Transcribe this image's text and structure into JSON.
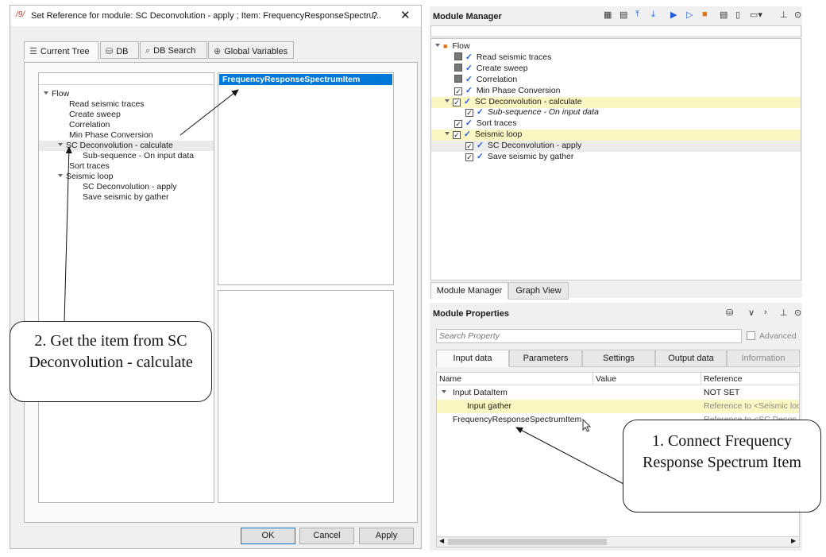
{
  "dialog": {
    "title": "Set Reference for module: SC Deconvolution - apply ; Item: FrequencyResponseSpectru...",
    "help": "?",
    "close": "✕",
    "tabs": [
      {
        "label": "Current Tree",
        "icon": "tree-icon"
      },
      {
        "label": "DB",
        "icon": "database-icon"
      },
      {
        "label": "DB Search",
        "icon": "search-icon"
      },
      {
        "label": "Global Variables",
        "icon": "globe-icon"
      }
    ],
    "tree": [
      {
        "label": "Flow",
        "indent": 0,
        "expand": true
      },
      {
        "label": "Read seismic traces",
        "indent": 2
      },
      {
        "label": "Create sweep",
        "indent": 2
      },
      {
        "label": "Correlation",
        "indent": 2
      },
      {
        "label": "Min Phase Conversion",
        "indent": 2
      },
      {
        "label": "SC Deconvolution - calculate",
        "indent": 1,
        "expand": true,
        "selected": true
      },
      {
        "label": "Sub-sequence - On input data",
        "indent": 3
      },
      {
        "label": "Sort traces",
        "indent": 2
      },
      {
        "label": "Seismic loop",
        "indent": 1,
        "expand": true
      },
      {
        "label": "SC Deconvolution - apply",
        "indent": 3
      },
      {
        "label": "Save seismic by gather",
        "indent": 3
      }
    ],
    "items_selected": "FrequencyResponseSpectrumItem",
    "buttons": {
      "ok": "OK",
      "cancel": "Cancel",
      "apply": "Apply"
    }
  },
  "module_manager": {
    "title": "Module Manager",
    "tree": [
      {
        "label": "Flow",
        "level": 0,
        "kind": "root"
      },
      {
        "label": "Read seismic traces",
        "level": 1,
        "box": "gray"
      },
      {
        "label": "Create sweep",
        "level": 1,
        "box": "gray"
      },
      {
        "label": "Correlation",
        "level": 1,
        "box": "gray"
      },
      {
        "label": "Min Phase Conversion",
        "level": 1,
        "box": "check"
      },
      {
        "label": "SC Deconvolution - calculate",
        "level": 1,
        "box": "check",
        "expand": true,
        "highlight": "yellow"
      },
      {
        "label": "Sub-sequence - On input data",
        "level": 2,
        "box": "check",
        "italic": true
      },
      {
        "label": "Sort traces",
        "level": 1,
        "box": "check"
      },
      {
        "label": "Seismic loop",
        "level": 1,
        "box": "check",
        "expand": true,
        "highlight": "yellow"
      },
      {
        "label": "SC Deconvolution - apply",
        "level": 2,
        "box": "check",
        "highlight": "gray"
      },
      {
        "label": "Save seismic by gather",
        "level": 2,
        "box": "check"
      }
    ],
    "bottom_tabs": [
      "Module Manager",
      "Graph View"
    ]
  },
  "module_properties": {
    "title": "Module Properties",
    "search_placeholder": "Search Property",
    "advanced_label": "Advanced",
    "tabs": [
      "Input data",
      "Parameters",
      "Settings",
      "Output data",
      "Information"
    ],
    "columns": [
      "Name",
      "Value",
      "Reference"
    ],
    "rows": [
      {
        "name": "Input DataItem",
        "value": "",
        "reference": "NOT SET",
        "expand": true
      },
      {
        "name": "Input gather",
        "value": "",
        "reference": "Reference to <Seismic loop",
        "highlight": true
      },
      {
        "name": "FrequencyResponseSpectrumItem",
        "value": "",
        "reference": "Reference to <SC Decon"
      }
    ]
  },
  "callouts": {
    "step2": "2. Get the item from SC Deconvolution - calculate",
    "step1": "1.  Connect Frequency Response Spectrum Item"
  },
  "colors": {
    "accent": "#1f5bd6",
    "selection": "#0078d7",
    "highlight": "#fbf7c2",
    "flow_icon": "#e8700d"
  }
}
